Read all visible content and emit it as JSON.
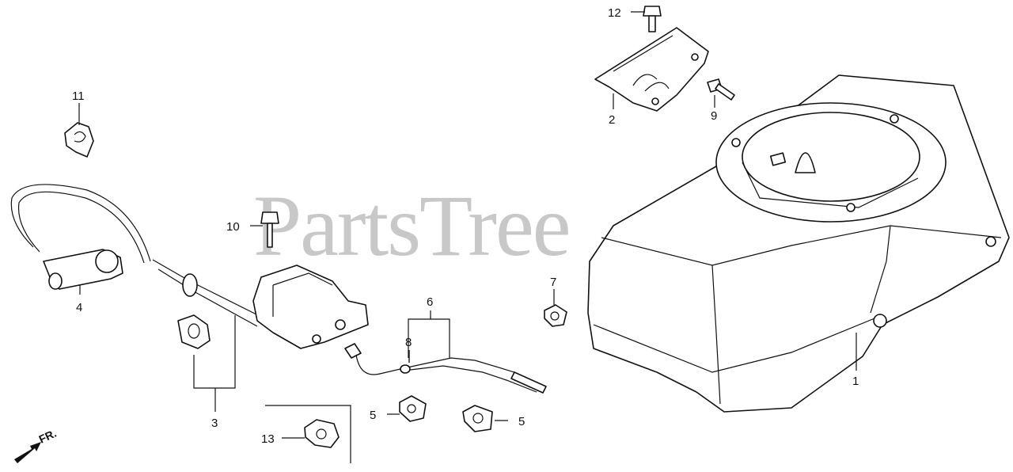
{
  "watermark": "PartsTree",
  "watermark_mark": "™",
  "direction_label": "FR.",
  "callouts": {
    "c1": "1",
    "c2": "2",
    "c3": "3",
    "c4": "4",
    "c5a": "5",
    "c5b": "5",
    "c6": "6",
    "c7": "7",
    "c8": "8",
    "c9": "9",
    "c10": "10",
    "c11": "11",
    "c12": "12",
    "c13": "13"
  }
}
